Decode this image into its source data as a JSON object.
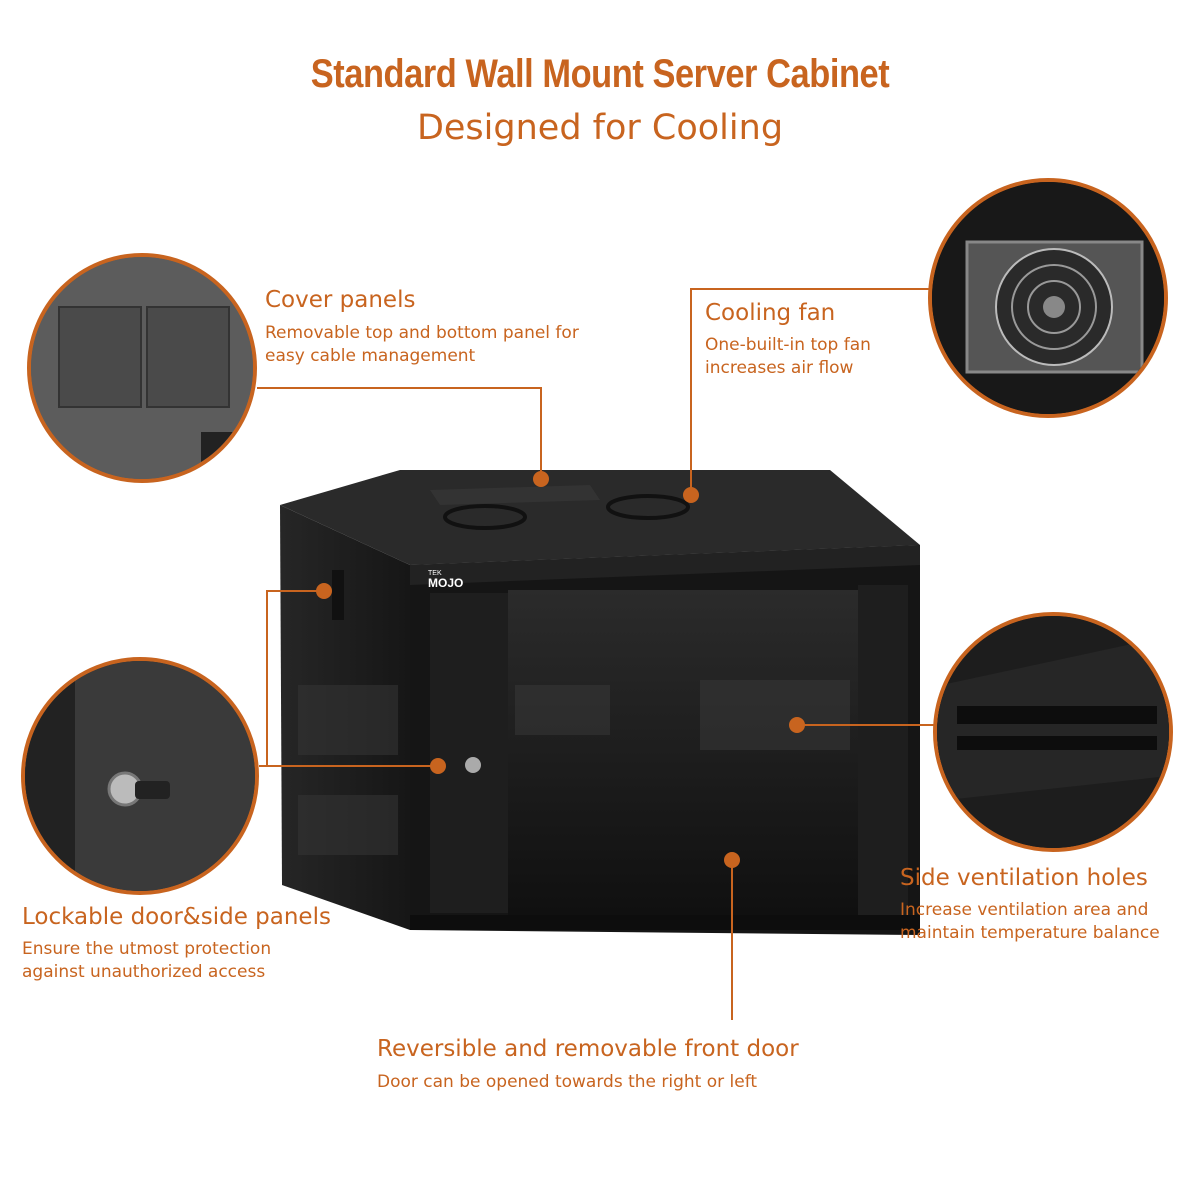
{
  "header": {
    "title": "Standard Wall Mount Server Cabinet",
    "subtitle": "Designed for Cooling"
  },
  "brand": {
    "logo_small": "TEK",
    "logo_text": "MOJO"
  },
  "features": {
    "cover_panels": {
      "title": "Cover panels",
      "desc1": "Removable top and bottom panel for",
      "desc2": "easy cable management"
    },
    "cooling_fan": {
      "title": "Cooling fan",
      "desc1": "One-built-in top fan",
      "desc2": "increases air flow"
    },
    "lockable": {
      "title": "Lockable door&side panels",
      "desc1": "Ensure the utmost protection",
      "desc2": "against unauthorized access"
    },
    "side_vent": {
      "title": "Side ventilation holes",
      "desc1": "Increase ventilation area and",
      "desc2": "maintain temperature balance"
    },
    "front_door": {
      "title": "Reversible and removable front door",
      "desc1": "Door can be opened towards the right or left"
    }
  },
  "colors": {
    "accent": "#c8641f",
    "cabinet": "#1c1c1c"
  }
}
